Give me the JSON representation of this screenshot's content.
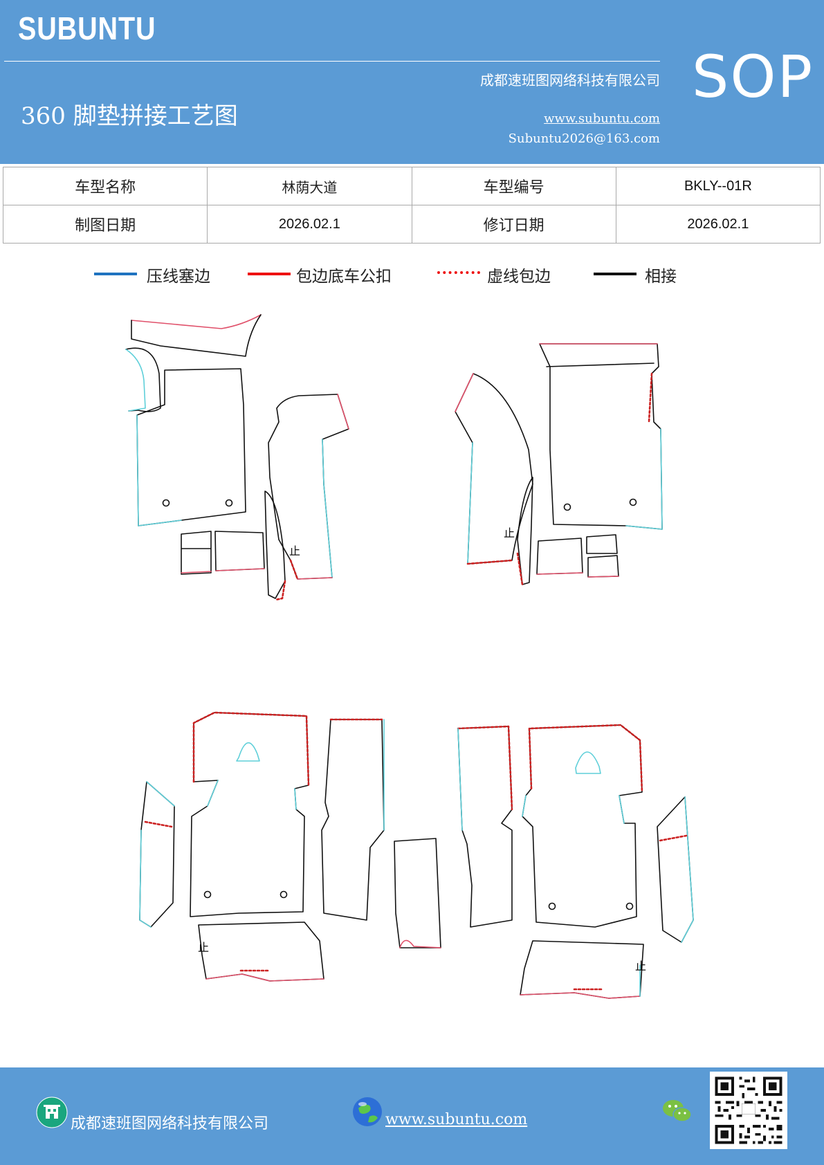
{
  "header": {
    "brand": "SUBUNTU",
    "company": "成都速班图网络科技有限公司",
    "title": "360 脚垫拼接工艺图",
    "website": "www.subuntu.com",
    "email": "Subuntu2026@163.com",
    "sop": "SOP"
  },
  "info": {
    "model_name_label": "车型名称",
    "model_name": "林荫大道",
    "model_code_label": "车型编号",
    "model_code": "BKLY--01R",
    "draw_date_label": "制图日期",
    "draw_date": "2026.02.1",
    "revise_date_label": "修订日期",
    "revise_date": "2026.02.1"
  },
  "legend": [
    {
      "label": "压线塞边",
      "color": "#1f73c0",
      "style": "solid"
    },
    {
      "label": "包边底车公扣",
      "color": "#ee1111",
      "style": "solid"
    },
    {
      "label": "虚线包边",
      "color": "#ee1111",
      "style": "dotted"
    },
    {
      "label": "相接",
      "color": "#111111",
      "style": "solid"
    }
  ],
  "drawing": {
    "stop_mark": "止"
  },
  "colors": {
    "header_bg": "#5b9bd5",
    "pressed_edge": "#5ecfd9",
    "binding_edge": "#e0506a",
    "dashed_edge": "#cc2222",
    "joined_edge": "#111111"
  },
  "footer": {
    "company": "成都速班图网络科技有限公司",
    "website": "www.subuntu.com",
    "company_icon": "building-icon",
    "globe_icon": "globe-icon",
    "wechat_icon": "wechat-icon"
  }
}
